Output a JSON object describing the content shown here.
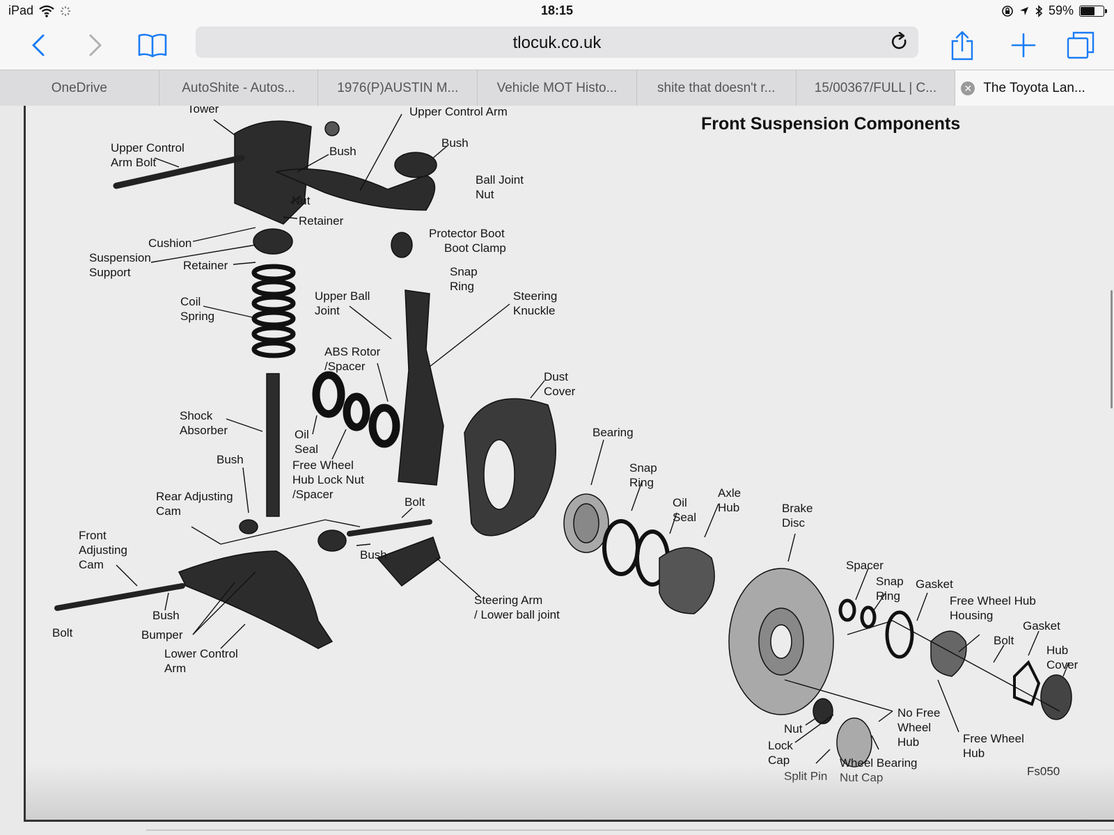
{
  "status": {
    "device": "iPad",
    "time": "18:15",
    "battery": "59%",
    "battery_level": 0.59
  },
  "toolbar": {
    "url": "tlocuk.co.uk",
    "icons": [
      "back-icon",
      "forward-icon",
      "bookmarks-icon",
      "reload-icon",
      "share-icon",
      "new-tab-icon",
      "tabs-icon"
    ]
  },
  "tabs": [
    {
      "label": "OneDrive"
    },
    {
      "label": "AutoShite - Autos..."
    },
    {
      "label": "1976(P)AUSTIN M..."
    },
    {
      "label": "Vehicle MOT Histo..."
    },
    {
      "label": "shite that doesn't r..."
    },
    {
      "label": "15/00367/FULL | C..."
    },
    {
      "label": "The Toyota Lan..."
    }
  ],
  "diagram": {
    "title": "Front Suspension Components",
    "code": "Fs050",
    "labels": {
      "tower": "Tower",
      "upper_control_arm_bolt": "Upper Control\nArm Bolt",
      "bush_top": "Bush",
      "upper_control_arm": "Upper Control Arm",
      "bush_top_right": "Bush",
      "ball_joint_nut": "Ball Joint\nNut",
      "nut_top": "Nut",
      "retainer_top": "Retainer",
      "cushion": "Cushion",
      "suspension_support": "Suspension\nSupport",
      "retainer_mid": "Retainer",
      "protector_boot": "Protector Boot",
      "boot_clamp": "Boot Clamp",
      "snap_ring_top": "Snap\nRing",
      "coil_spring": "Coil\nSpring",
      "upper_ball_joint": "Upper Ball\nJoint",
      "steering_knuckle": "Steering\nKnuckle",
      "abs_rotor": "ABS Rotor\n/Spacer",
      "dust_cover": "Dust\nCover",
      "shock_absorber": "Shock\nAbsorber",
      "oil_seal_left": "Oil\nSeal",
      "free_wheel_hub_lock_nut": "Free Wheel\nHub Lock Nut\n/Spacer",
      "bearing": "Bearing",
      "snap_ring_mid": "Snap\nRing",
      "oil_seal_mid": "Oil\nSeal",
      "axle_hub": "Axle\nHub",
      "bush_left": "Bush",
      "rear_adjusting_cam": "Rear Adjusting\nCam",
      "bolt_mid": "Bolt",
      "brake_disc": "Brake\nDisc",
      "front_adjusting_cam": "Front\nAdjusting\nCam",
      "bush_center": "Bush",
      "spacer": "Spacer",
      "snap_ring_right": "Snap\nRing",
      "gasket_right": "Gasket",
      "free_wheel_hub_housing": "Free Wheel Hub\nHousing",
      "steering_arm": "Steering Arm\n/ Lower ball joint",
      "bush_bottom": "Bush",
      "bolt_left": "Bolt",
      "bumper": "Bumper",
      "lower_control_arm": "Lower Control\nArm",
      "gasket_far": "Gasket",
      "bolt_right": "Bolt",
      "hub_cover": "Hub\nCover",
      "no_free_wheel_hub": "No Free\nWheel\nHub",
      "nut_bottom": "Nut",
      "lock_cap": "Lock\nCap",
      "free_wheel_hub": "Free Wheel\nHub",
      "split_pin": "Split Pin",
      "wheel_bearing_nut_cap": "Wheel Bearing\nNut Cap"
    }
  }
}
